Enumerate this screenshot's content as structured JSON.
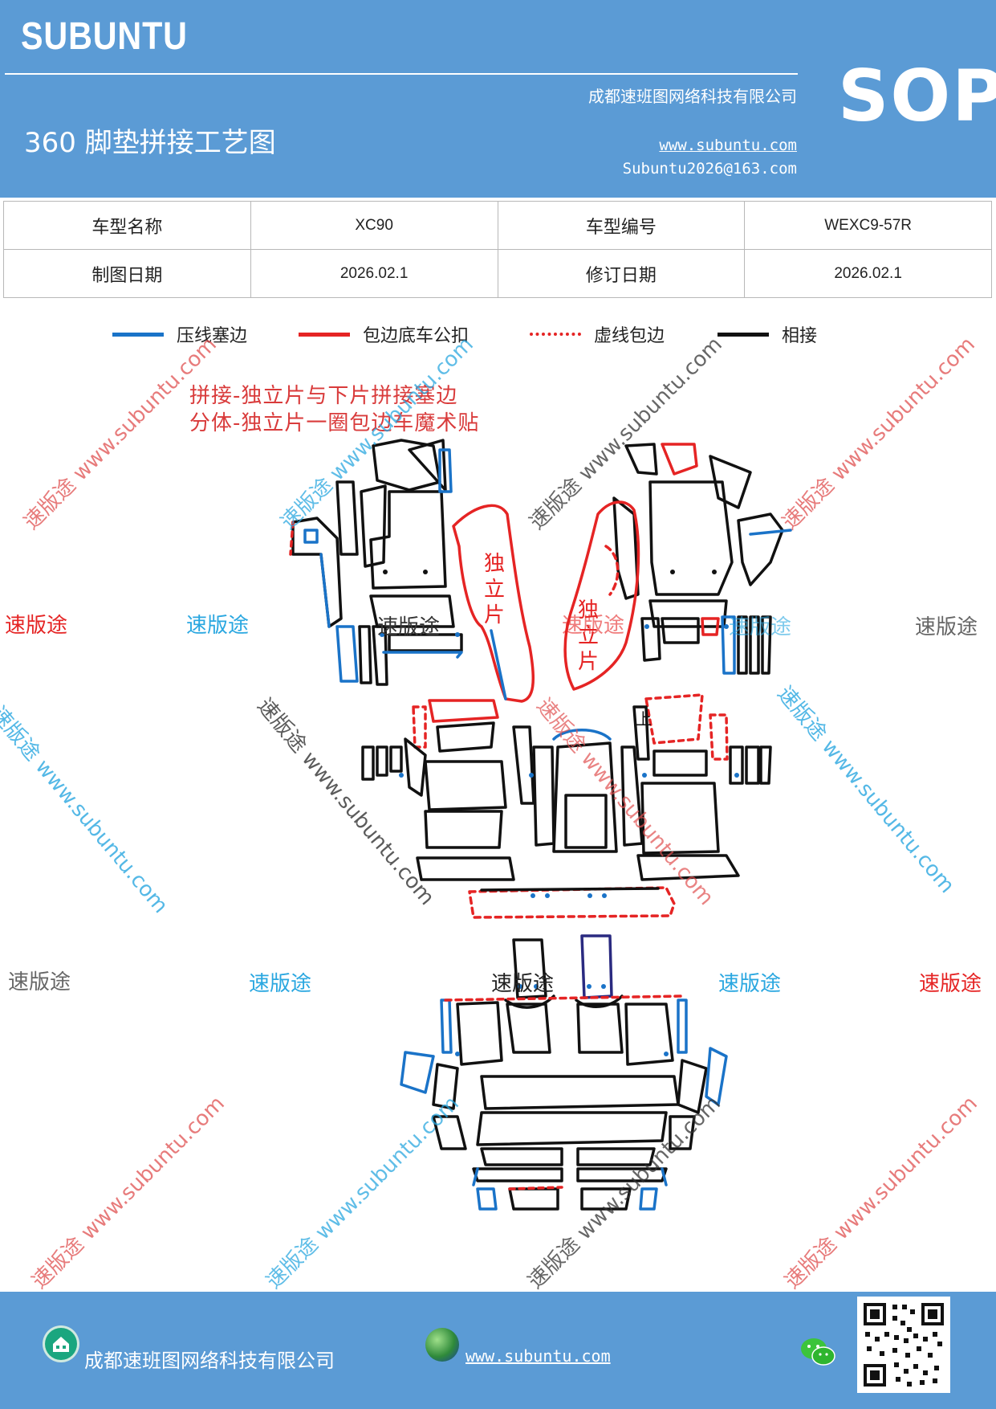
{
  "header": {
    "brand": "SUBUNTU",
    "company": "成都速班图网络科技有限公司",
    "title": "360 脚垫拼接工艺图",
    "website": "www.subuntu.com",
    "email": "Subuntu2026@163.com",
    "sop": "SOP"
  },
  "info_table": {
    "model_name_label": "车型名称",
    "model_name_value": "XC90",
    "model_code_label": "车型编号",
    "model_code_value": "WEXC9-57R",
    "draw_date_label": "制图日期",
    "draw_date_value": "2026.02.1",
    "revise_date_label": "修订日期",
    "revise_date_value": "2026.02.1"
  },
  "legend": [
    {
      "label": "压线塞边",
      "color": "#1a73c8"
    },
    {
      "label": "包边底车公扣",
      "color": "#e52424"
    },
    {
      "label": "虚线包边",
      "color": "#e52424"
    },
    {
      "label": "相接",
      "color": "#111111"
    }
  ],
  "notes": {
    "line1": "拼接-独立片与下片拼接塞边",
    "line2": "分体-独立片一圈包边车魔术贴"
  },
  "diagram_labels": {
    "standalone_a": "独立片",
    "standalone_b": "独立片",
    "marker_top": "上"
  },
  "watermarks": {
    "text": "速版途",
    "url": "www.subuntu.com"
  },
  "footer": {
    "company": "成都速班图网络科技有限公司",
    "website": "www.subuntu.com"
  },
  "colors": {
    "header_bg": "#5b9bd5",
    "blue_line": "#1a73c8",
    "red_line": "#e52424",
    "black_line": "#111111"
  }
}
